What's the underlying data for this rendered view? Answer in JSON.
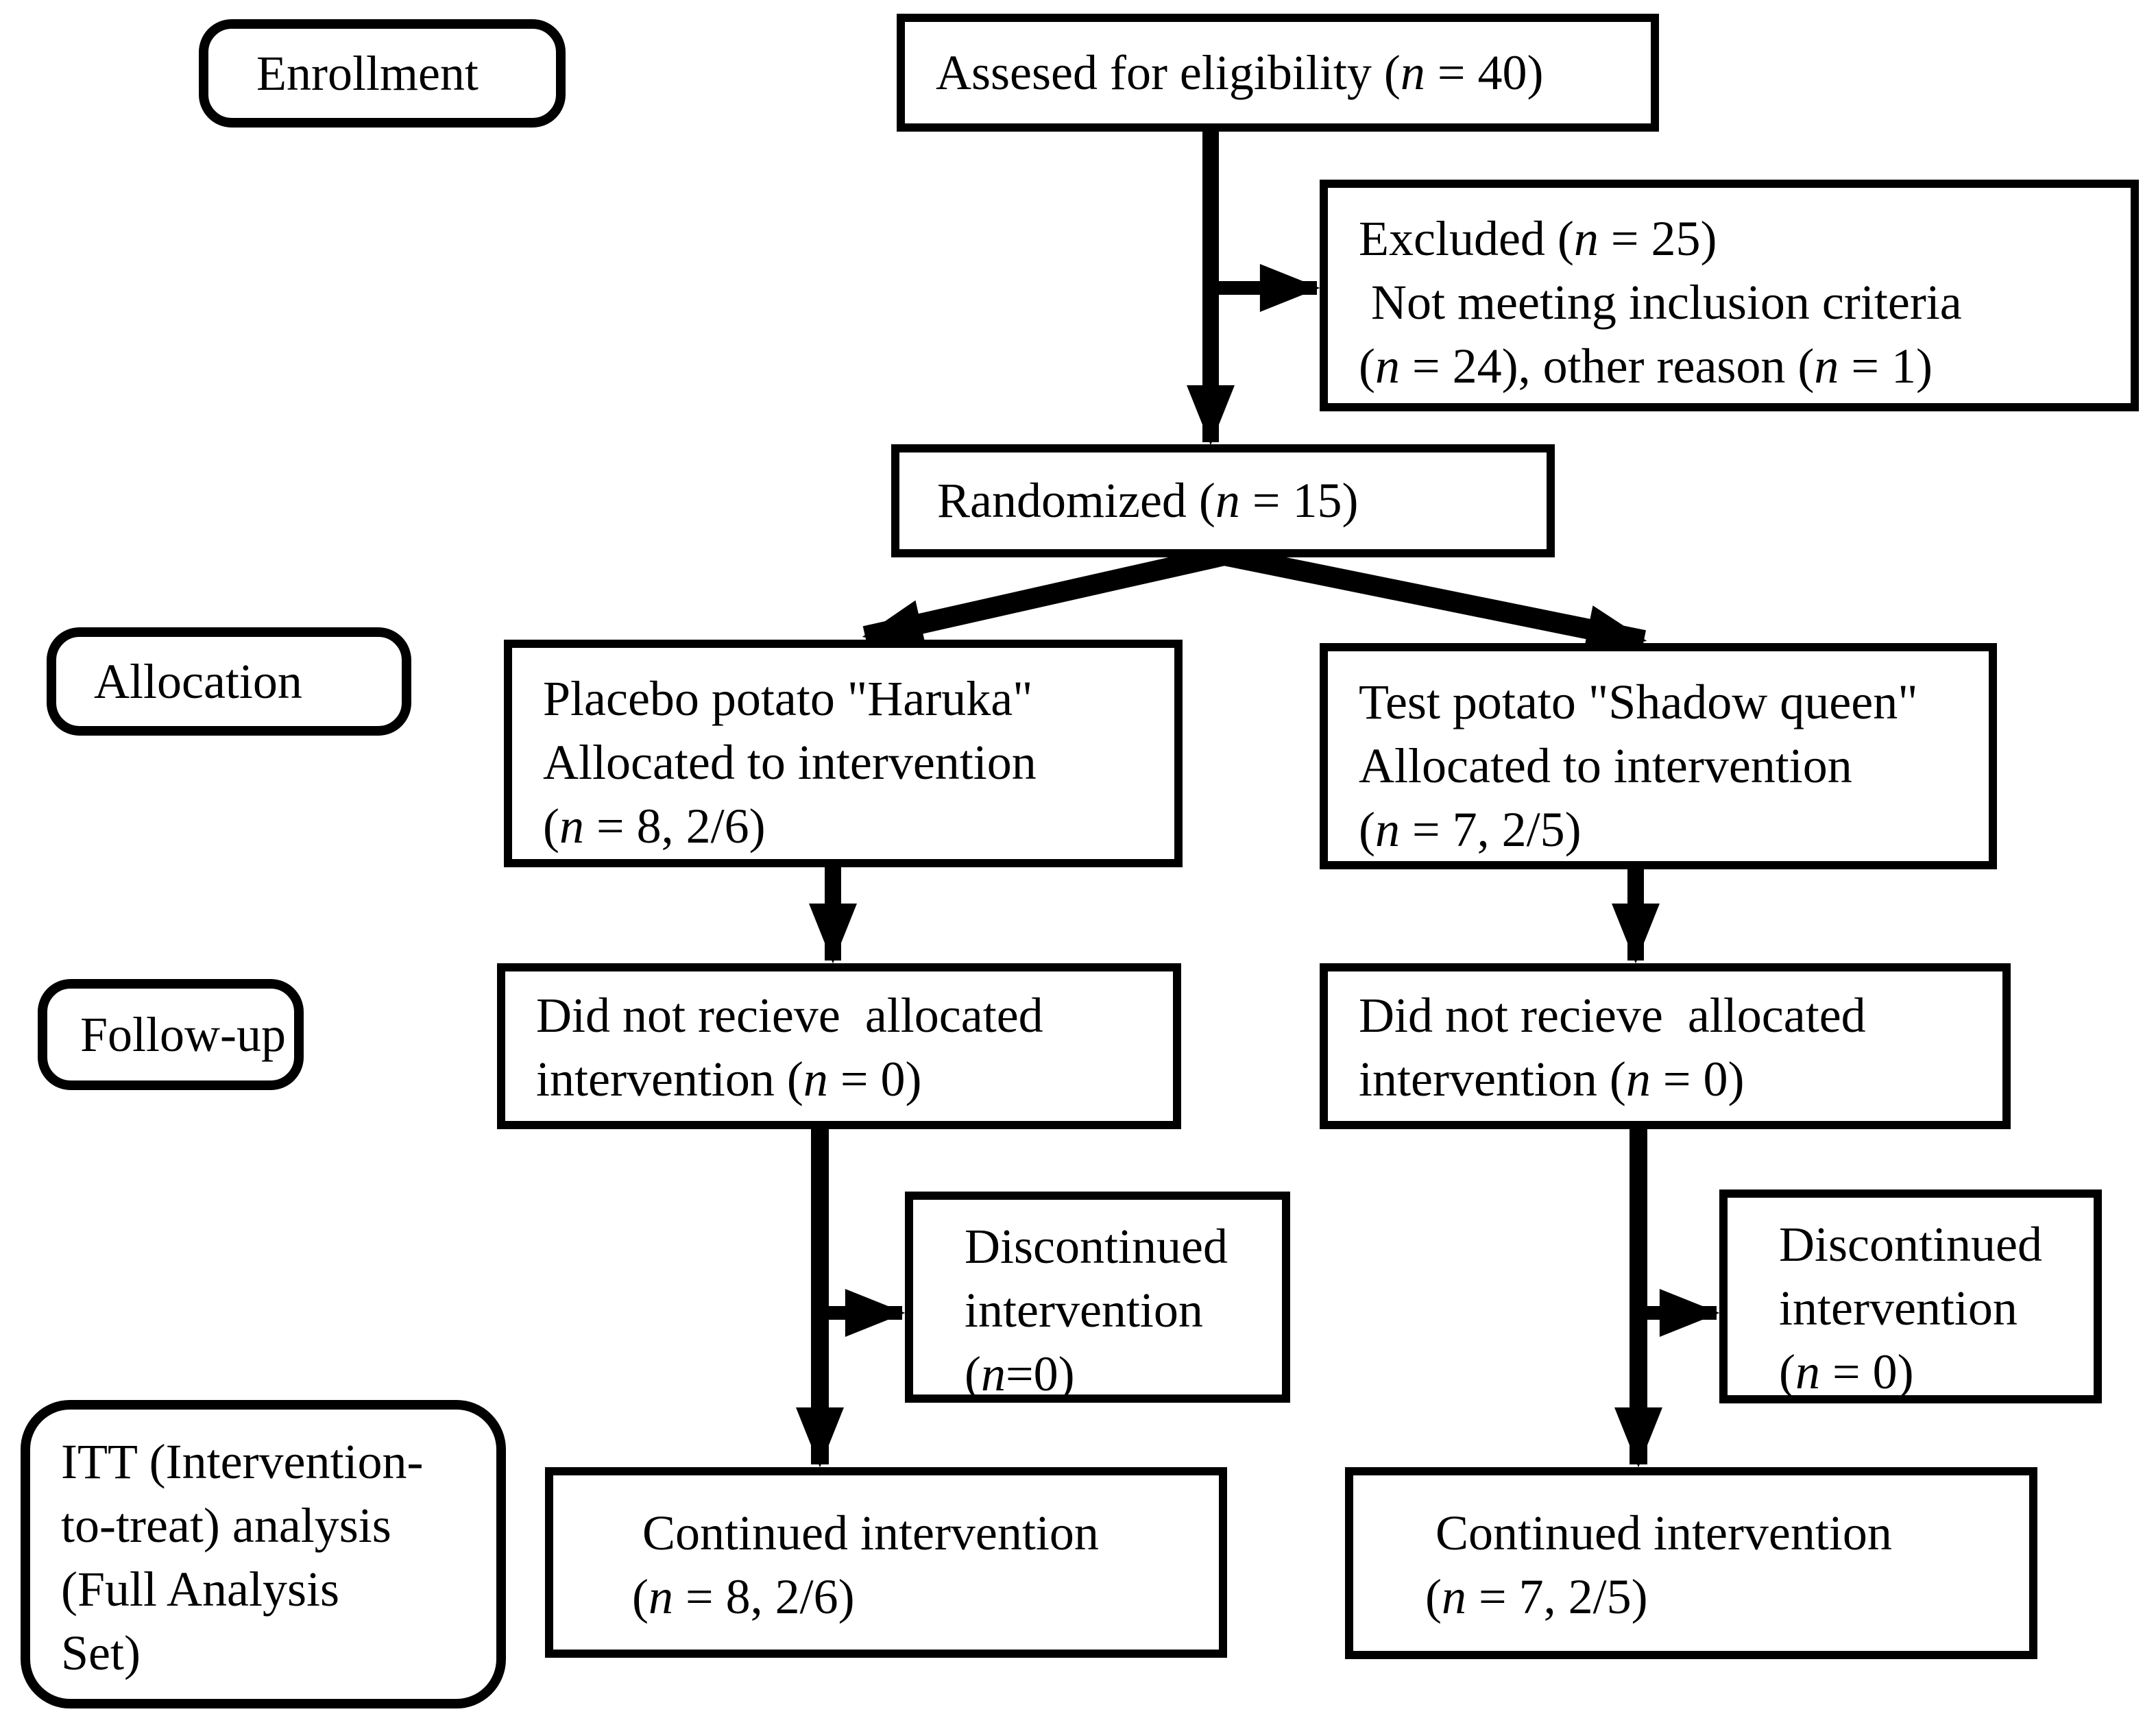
{
  "figure": {
    "kind": "consort-flow-diagram",
    "colors": {
      "background": "#ffffff",
      "line": "#000000",
      "text": "#000000"
    }
  },
  "stage_labels": {
    "enrollment": "Enrollment",
    "allocation": "Allocation",
    "follow_up": "Follow-up",
    "itt": {
      "lines": [
        "ITT (Intervention-",
        "to-treat) analysis",
        "(Full Analysis",
        "Set)"
      ]
    }
  },
  "boxes": {
    "assessed": {
      "lines": [
        "Assesed for eligibility (n = 40)"
      ]
    },
    "excluded": {
      "lines": [
        "Excluded (n = 25)",
        " Not meeting inclusion criteria",
        "(n = 24), other reason (n = 1)"
      ]
    },
    "randomized": {
      "lines": [
        "Randomized (n = 15)"
      ]
    },
    "allocation_placebo": {
      "lines": [
        "Placebo potato \"Haruka\"",
        "Allocated to intervention",
        "(n = 8, 2/6)"
      ]
    },
    "allocation_test": {
      "lines": [
        "Test potato \"Shadow queen\"",
        "Allocated to intervention",
        "(n = 7, 2/5)"
      ]
    },
    "not_received_placebo": {
      "lines": [
        "Did not recieve  allocated",
        "intervention (n = 0)"
      ]
    },
    "not_received_test": {
      "lines": [
        "Did not recieve  allocated",
        "intervention (n = 0)"
      ]
    },
    "discontinued_placebo": {
      "lines": [
        "Discontinued",
        "intervention",
        "(n=0)"
      ]
    },
    "discontinued_test": {
      "lines": [
        "Discontinued",
        "intervention",
        "(n = 0)"
      ]
    },
    "continued_placebo": {
      "lines": [
        "Continued intervention",
        "(n = 8, 2/6)"
      ]
    },
    "continued_test": {
      "lines": [
        "Continued intervention",
        "(n = 7, 2/5)"
      ]
    }
  }
}
